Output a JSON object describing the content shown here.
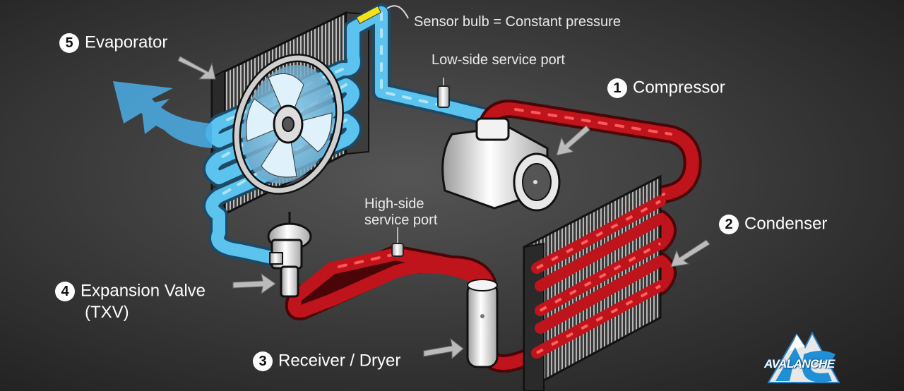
{
  "labels": {
    "sensor_bulb": "Sensor bulb = Constant pressure",
    "low_side_port": "Low-side service port",
    "high_side_port_line1": "High-side",
    "high_side_port_line2": "service port"
  },
  "components": [
    {
      "number": "1",
      "name": "Compressor"
    },
    {
      "number": "2",
      "name": "Condenser"
    },
    {
      "number": "3",
      "name": "Receiver / Dryer"
    },
    {
      "number": "4",
      "name_line1": "Expansion Valve",
      "name_line2": "(TXV)"
    },
    {
      "number": "5",
      "name": "Evaporator"
    }
  ],
  "logo": {
    "text": "AVALANCHE",
    "letters": "AC"
  },
  "colors": {
    "low_pressure_line": "#5cc2ee",
    "high_pressure_line": "#c0141c",
    "sensor_bulb": "#f2e21b",
    "background": "#3a3a3a"
  }
}
